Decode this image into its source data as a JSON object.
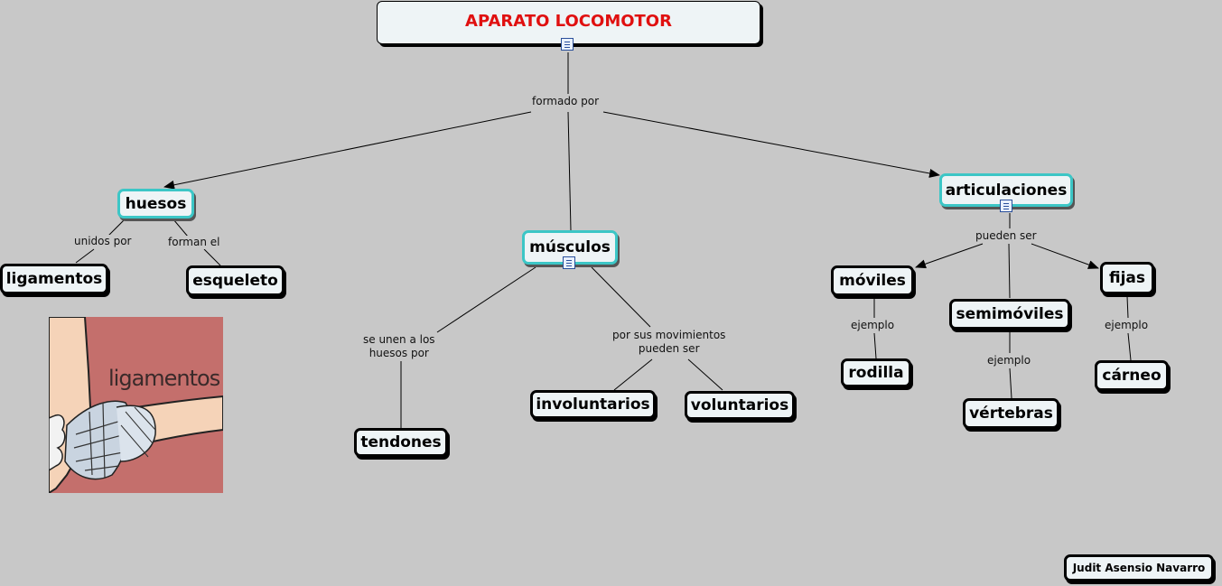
{
  "title": "APARATO LOCOMOTOR",
  "link_labels": {
    "formado_por": "formado por",
    "unidos_por": "unidos por",
    "forman_el": "forman el",
    "se_unen": "se unen a los\nhuesos por",
    "por_sus_movimientos": "por sus movimientos\npueden ser",
    "pueden_ser": "pueden ser",
    "ejemplo_moviles": "ejemplo",
    "ejemplo_semimoviles": "ejemplo",
    "ejemplo_fijas": "ejemplo"
  },
  "nodes": {
    "huesos": "huesos",
    "musculos": "músculos",
    "articulaciones": "articulaciones",
    "ligamentos": "ligamentos",
    "esqueleto": "esqueleto",
    "tendones": "tendones",
    "involuntarios": "involuntarios",
    "voluntarios": "voluntarios",
    "moviles": "móviles",
    "semimoviles": "semimóviles",
    "fijas": "fijas",
    "rodilla": "rodilla",
    "vertebras": "vértebras",
    "carneo": "cárneo"
  },
  "image_caption": "ligamentos",
  "author": "Judit Asensio Navarro",
  "colors": {
    "background": "#c8c8c8",
    "node_fill": "#eef4f6",
    "highlight_border": "#3cc6c6",
    "title_text": "#e01010",
    "photo_bg": "#c46f6c"
  }
}
